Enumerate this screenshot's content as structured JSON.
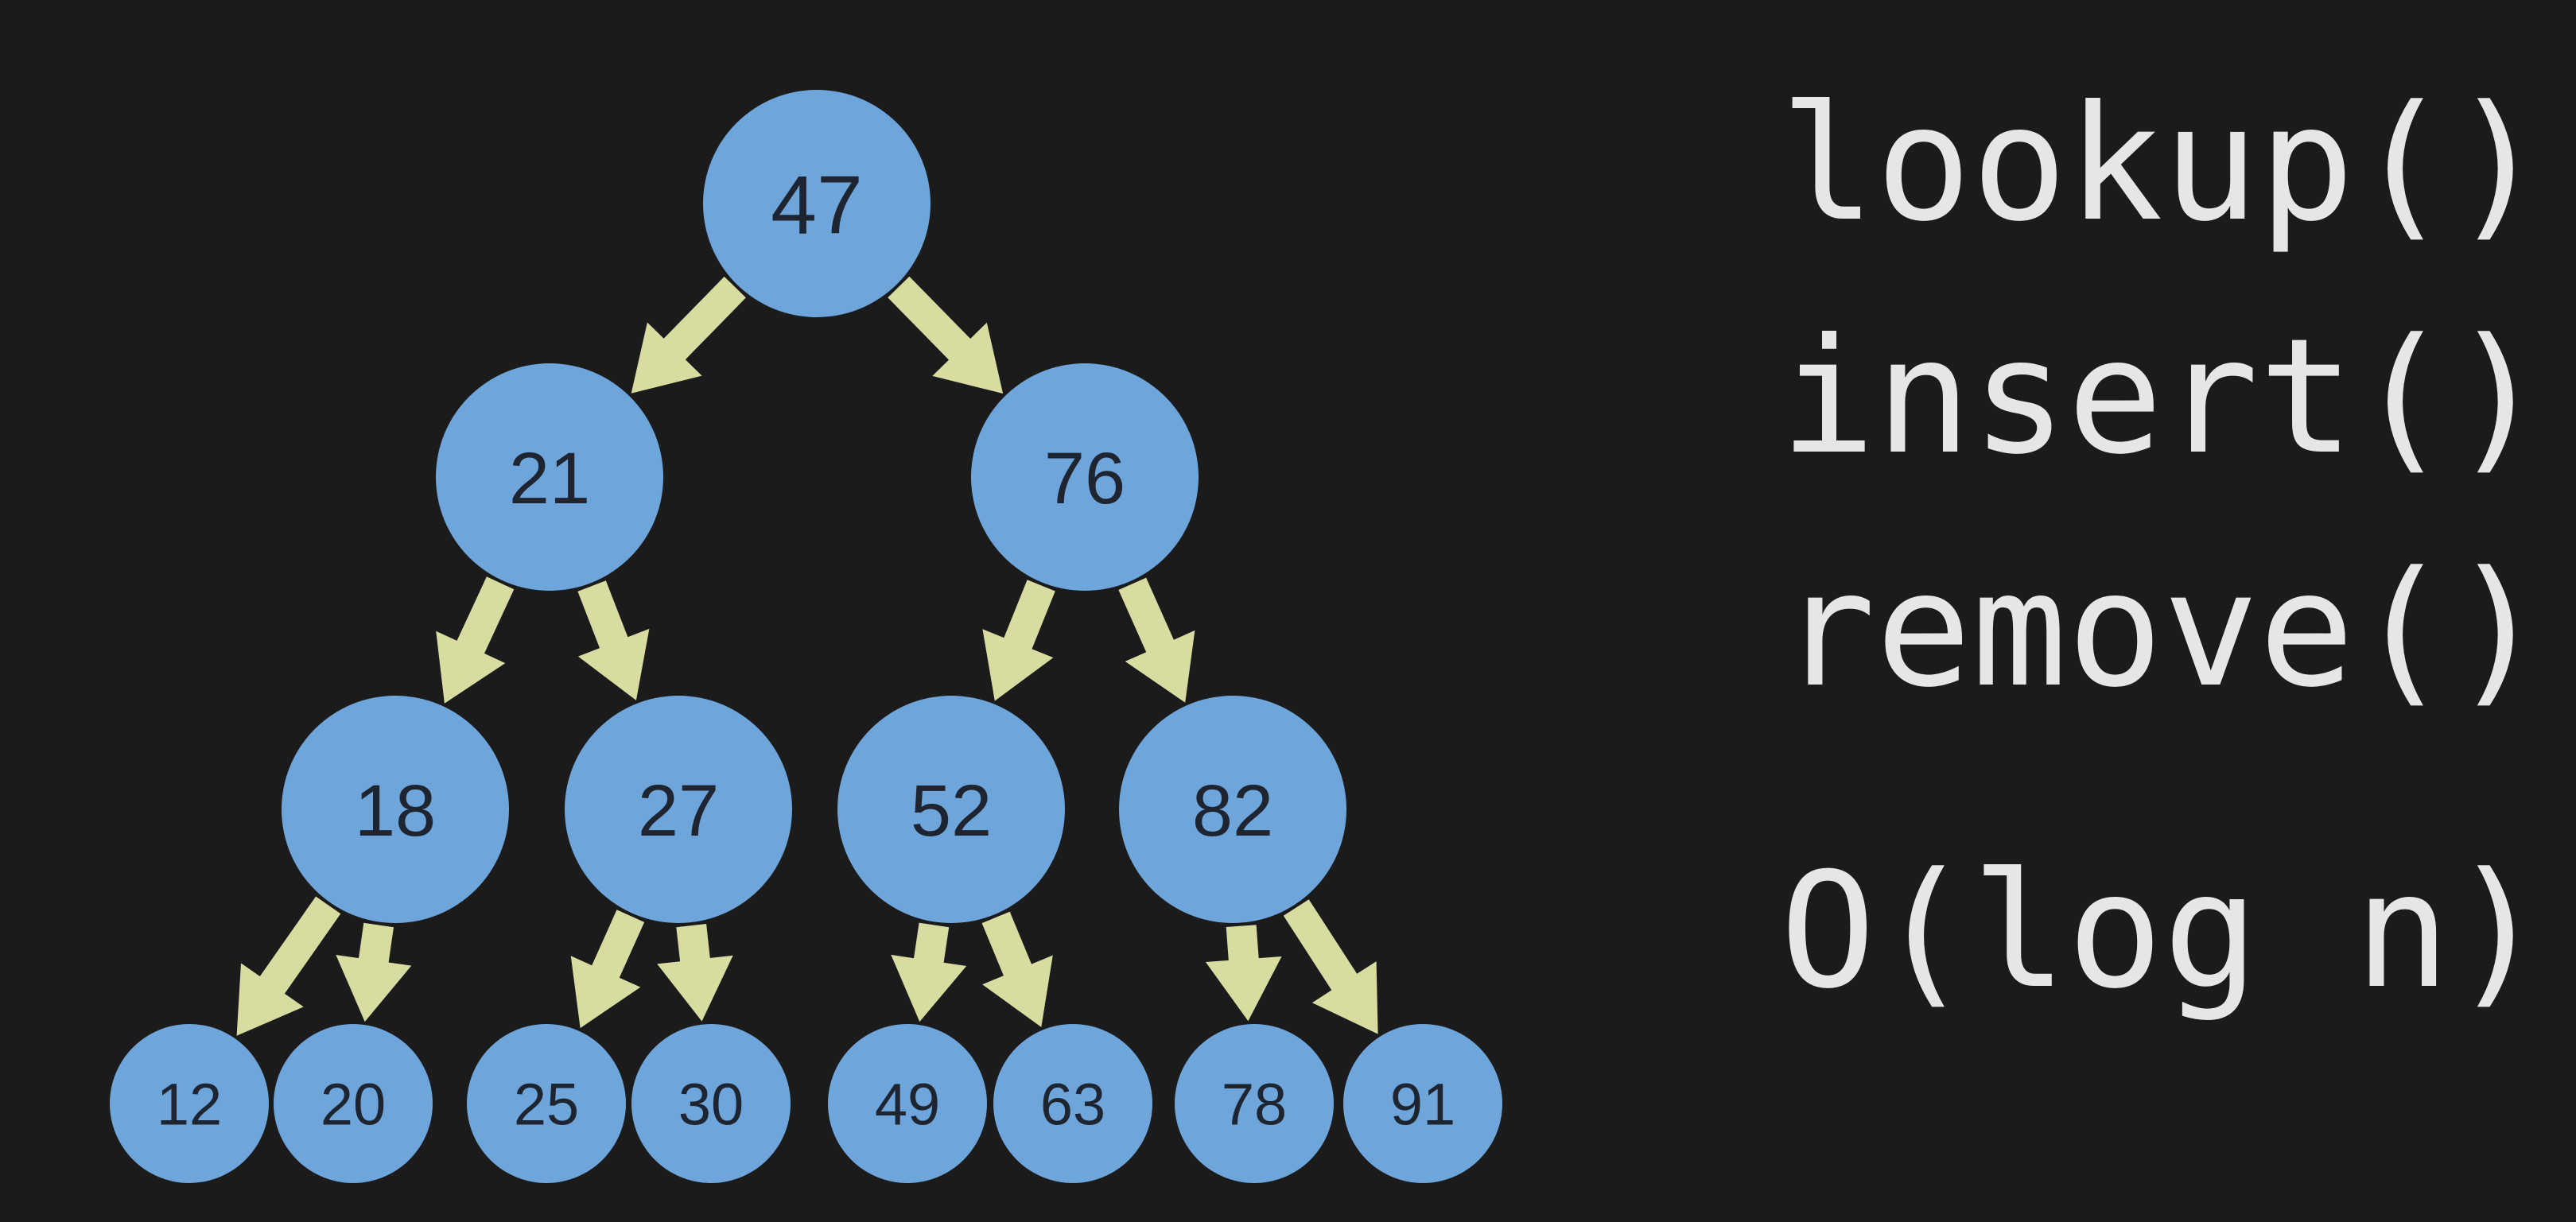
{
  "colors": {
    "background": "#1b1b1b",
    "node_fill": "#6ea6dc",
    "node_text": "#1e2530",
    "arrow": "#d8dca0",
    "operation_text": "#e6e6e6"
  },
  "tree": {
    "root": {
      "value": "47",
      "left": "21",
      "right": "76"
    },
    "nodes": {
      "21": {
        "left": "18",
        "right": "27"
      },
      "76": {
        "left": "52",
        "right": "82"
      },
      "18": {
        "left": "12",
        "right": "20"
      },
      "27": {
        "left": "25",
        "right": "30"
      },
      "52": {
        "left": "49",
        "right": "63"
      },
      "82": {
        "left": "78",
        "right": "91"
      }
    },
    "leaves": [
      "12",
      "20",
      "25",
      "30",
      "49",
      "63",
      "78",
      "91"
    ]
  },
  "operations": [
    "lookup()",
    "insert()",
    "remove()"
  ],
  "complexity": "O(log n)"
}
